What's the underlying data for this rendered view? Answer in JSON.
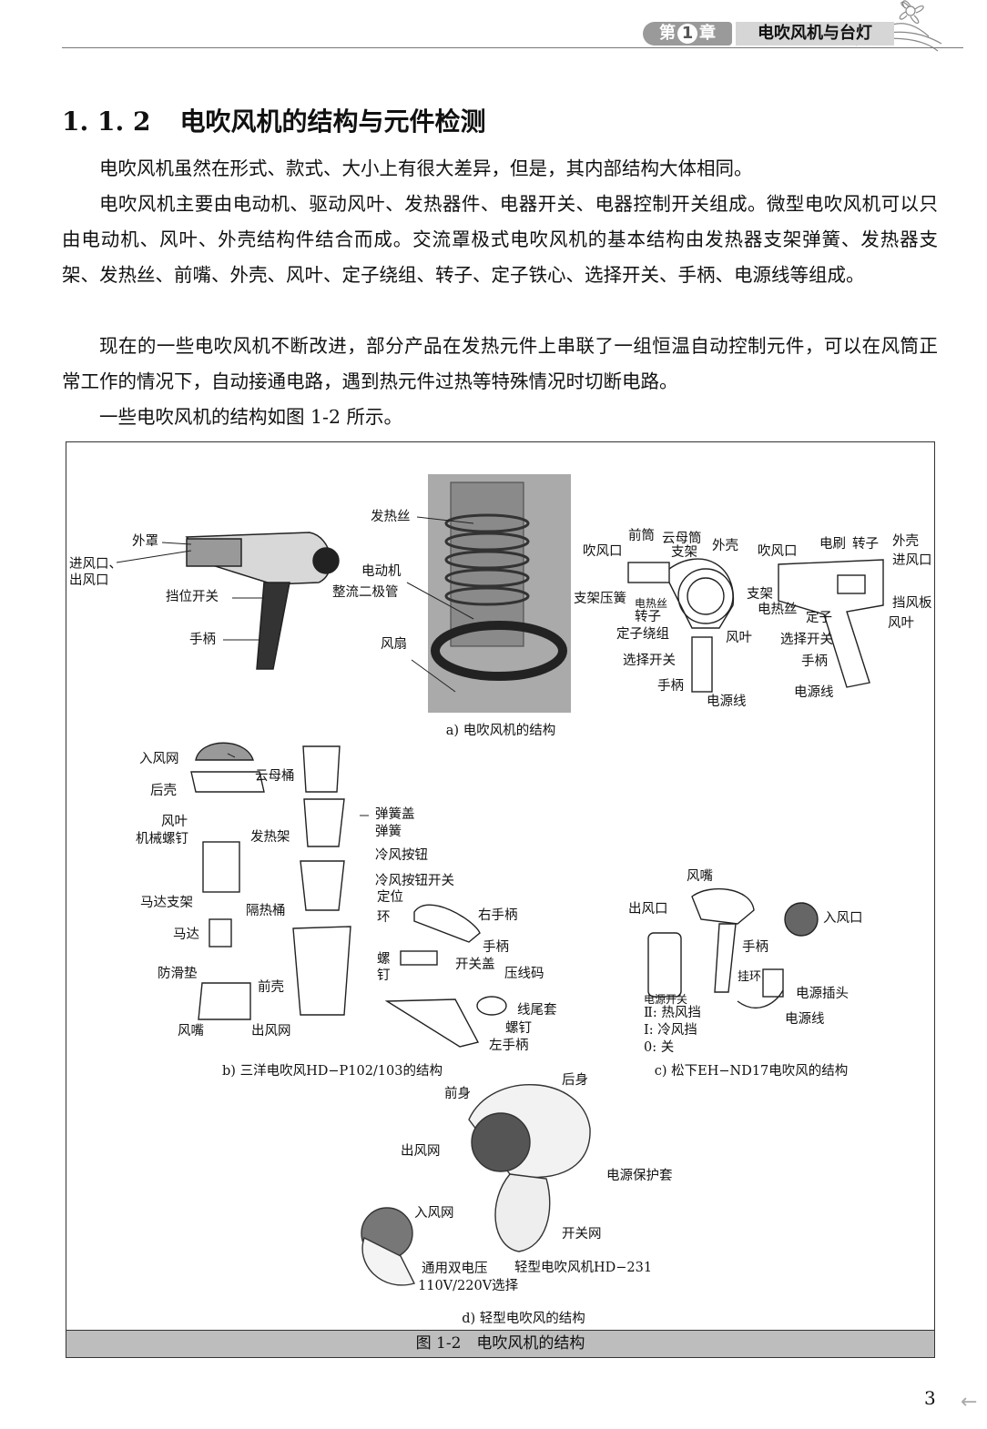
{
  "header": {
    "chapter_prefix": "第",
    "chapter_number": "1",
    "chapter_suffix": "章",
    "chapter_title": "电吹风机与台灯"
  },
  "section": {
    "number": "1. 1. 2",
    "title": "电吹风机的结构与元件检测"
  },
  "paragraphs": [
    "电吹风机虽然在形式、款式、大小上有很大差异，但是，其内部结构大体相同。",
    "电吹风机主要由电动机、驱动风叶、发热器件、电器开关、电器控制开关组成。微型电吹风机可以只由电动机、风叶、外壳结构件结合而成。交流罩极式电吹风机的基本结构由发热器支架弹簧、发热器支架、发热丝、前嘴、外壳、风叶、定子绕组、转子、定子铁心、选择开关、手柄、电源线等组成。",
    "现在的一些电吹风机不断改进，部分产品在发热元件上串联了一组恒温自动控制元件，可以在风筒正常工作的情况下，自动接通电路，遇到热元件过热等特殊情况时切断电路。",
    "一些电吹风机的结构如图 1-2 所示。"
  ],
  "figure": {
    "caption": "图 1-2　电吹风机的结构",
    "sub_a": "a) 电吹风机的结构",
    "sub_b": "b) 三洋电吹风HD−P102/103的结构",
    "sub_c": "c) 松下EH−ND17电吹风的结构",
    "sub_d": "d) 轻型电吹风的结构",
    "a_gun": [
      "外罩",
      "进风口、",
      "出风口",
      "挡位开关",
      "手柄"
    ],
    "a_photo": [
      "发热丝",
      "电动机",
      "整流二极管",
      "风扇"
    ],
    "a_diag1": [
      "前筒",
      "云母筒",
      "支架",
      "外壳",
      "吹风口",
      "支架压簧",
      "电热丝",
      "转子",
      "定子绕组",
      "风叶",
      "选择开关",
      "手柄",
      "电源线"
    ],
    "a_diag2": [
      "吹风口",
      "电刷",
      "转子",
      "外壳",
      "进风口",
      "支架",
      "电热丝",
      "定子",
      "挡风板",
      "风叶",
      "选择开关",
      "手柄",
      "电源线"
    ],
    "b_labels": [
      "入风网",
      "云母桶",
      "后壳",
      "风叶",
      "机械螺钉",
      "发热架",
      "弹簧盖",
      "弹簧",
      "冷风按钮",
      "冷风按钮开关",
      "定位",
      "环",
      "马达支架",
      "隔热桶",
      "右手柄",
      "马达",
      "手柄",
      "螺",
      "钉",
      "开关盖",
      "压线码",
      "防滑垫",
      "前壳",
      "线尾套",
      "螺钉",
      "风嘴",
      "出风网",
      "左手柄"
    ],
    "c_labels": [
      "风嘴",
      "出风口",
      "入风口",
      "手柄",
      "挂环",
      "电源插头",
      "电源开关",
      "Ⅱ: 热风挡",
      "Ⅰ: 冷风挡",
      "0: 关",
      "电源线"
    ],
    "d_labels": [
      "后身",
      "前身",
      "出风网",
      "电源保护套",
      "入风网",
      "开关网",
      "通用双电压",
      "110V/220V选择",
      "轻型电吹风机HD−231"
    ]
  },
  "footer": {
    "page_number": "3",
    "arrow": "←"
  }
}
